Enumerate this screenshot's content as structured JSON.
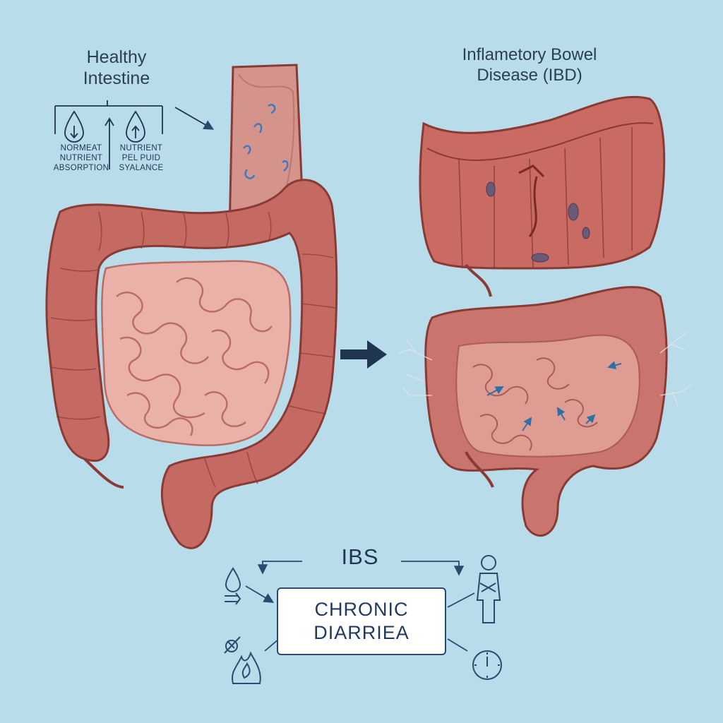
{
  "healthy": {
    "title_line1": "Healthy",
    "title_line2": "Intestine",
    "left_label": [
      "NORMEAT",
      "NUTRIENT",
      "ABSORPTION"
    ],
    "right_label": [
      "NUTRIENT",
      "PEL PUID",
      "SYALANCE"
    ],
    "icons": [
      "droplet-down-icon",
      "droplet-up-icon"
    ]
  },
  "ibd": {
    "title_line1": "Inflametory Bowel",
    "title_line2": "Disease (IBD)"
  },
  "ibs": {
    "title": "IBS",
    "box_line1": "CHRONIC",
    "box_line2": "DIARRIEA",
    "icons": [
      "water-drop-icon",
      "stomach-pain-person-icon",
      "clock-icon",
      "fire-pain-icon"
    ]
  },
  "colors": {
    "background": "#b9dcea",
    "tissue": "#c46a62",
    "small_intestine": "#eab1a8",
    "outline": "#8a3a34",
    "ink": "#1f3550",
    "inflammation": "#c9504a"
  }
}
